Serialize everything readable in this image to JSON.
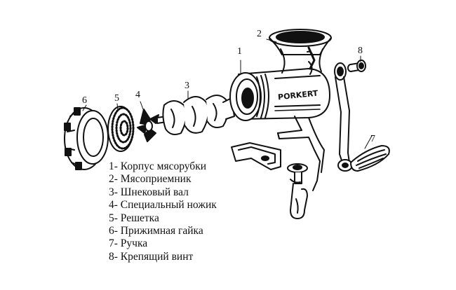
{
  "callouts": [
    {
      "id": "n1",
      "text": "1"
    },
    {
      "id": "n2",
      "text": "2"
    },
    {
      "id": "n3",
      "text": "3"
    },
    {
      "id": "n4",
      "text": "4"
    },
    {
      "id": "n5",
      "text": "5"
    },
    {
      "id": "n6",
      "text": "6"
    },
    {
      "id": "n7",
      "text": "7"
    },
    {
      "id": "n8",
      "text": "8"
    }
  ],
  "brand_text": "PORKERT",
  "legend": [
    "1- Корпус мясорубки",
    "2- Мясоприемник",
    "3- Шнековый вал",
    "4- Специальный ножик",
    "5- Решетка",
    "6- Прижимная гайка",
    "7- Ручка",
    "8- Крепящий винт"
  ]
}
